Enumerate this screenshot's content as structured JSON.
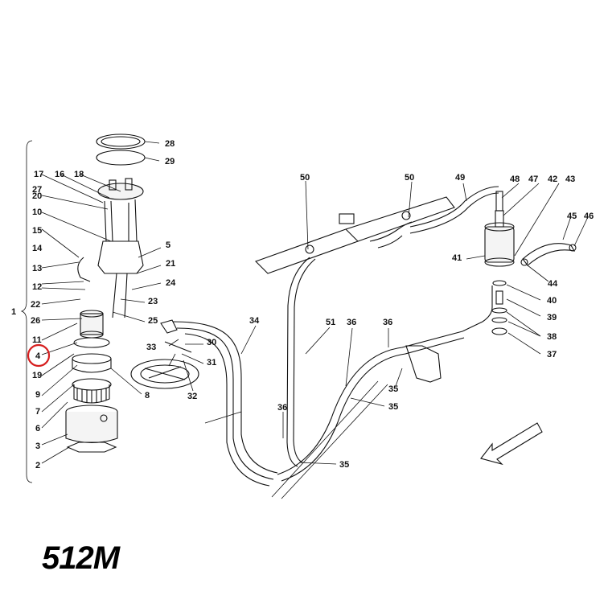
{
  "model_label": "512M",
  "bracket_label": "1",
  "highlighted_callout": "4",
  "callouts": {
    "c2": "2",
    "c3": "3",
    "c4": "4",
    "c5": "5",
    "c6": "6",
    "c7": "7",
    "c8": "8",
    "c9": "9",
    "c10": "10",
    "c11": "11",
    "c12": "12",
    "c13": "13",
    "c14": "14",
    "c15": "15",
    "c16": "16",
    "c17": "17",
    "c18": "18",
    "c19": "19",
    "c20": "20",
    "c21": "21",
    "c22": "22",
    "c23": "23",
    "c24": "24",
    "c25": "25",
    "c26": "26",
    "c27": "27",
    "c28": "28",
    "c29": "29",
    "c30": "30",
    "c31": "31",
    "c32": "32",
    "c33": "33",
    "c34": "34",
    "c35": "35",
    "c36": "36",
    "c37": "37",
    "c38": "38",
    "c39": "39",
    "c40": "40",
    "c41": "41",
    "c42": "42",
    "c43": "43",
    "c44": "44",
    "c45": "45",
    "c46": "46",
    "c47": "47",
    "c48": "48",
    "c49": "49",
    "c50": "50",
    "c51": "51"
  },
  "colors": {
    "ink": "#111111",
    "highlight": "#d61f1f",
    "background": "#ffffff"
  }
}
